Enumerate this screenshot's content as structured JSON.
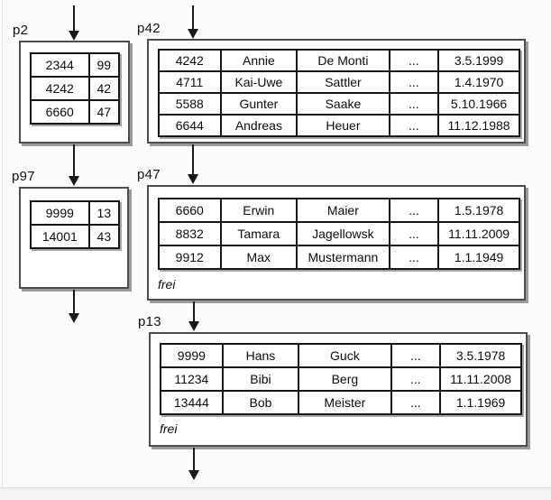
{
  "diagram": {
    "kind": "index-and-data-pages",
    "free_text": "frei",
    "index_pages": {
      "p2": {
        "label": "p2",
        "rows": [
          [
            "2344",
            "99"
          ],
          [
            "4242",
            "42"
          ],
          [
            "6660",
            "47"
          ]
        ]
      },
      "p97": {
        "label": "p97",
        "rows": [
          [
            "9999",
            "13"
          ],
          [
            "14001",
            "43"
          ]
        ]
      }
    },
    "data_pages": {
      "p42": {
        "label": "p42",
        "rows": [
          [
            "4242",
            "Annie",
            "De Monti",
            "...",
            "3.5.1999"
          ],
          [
            "4711",
            "Kai-Uwe",
            "Sattler",
            "...",
            "1.4.1970"
          ],
          [
            "5588",
            "Gunter",
            "Saake",
            "...",
            "5.10.1966"
          ],
          [
            "6644",
            "Andreas",
            "Heuer",
            "...",
            "11.12.1988"
          ]
        ]
      },
      "p47": {
        "label": "p47",
        "free": "frei",
        "rows": [
          [
            "6660",
            "Erwin",
            "Maier",
            "...",
            "1.5.1978"
          ],
          [
            "8832",
            "Tamara",
            "Jagellowsk",
            "...",
            "11.11.2009"
          ],
          [
            "9912",
            "Max",
            "Mustermann",
            "...",
            "1.1.1949"
          ]
        ]
      },
      "p13": {
        "label": "p13",
        "free": "frei",
        "rows": [
          [
            "9999",
            "Hans",
            "Guck",
            "...",
            "3.5.1978"
          ],
          [
            "11234",
            "Bibi",
            "Berg",
            "...",
            "11.11.2008"
          ],
          [
            "13444",
            "Bob",
            "Meister",
            "...",
            "1.1.1969"
          ]
        ]
      }
    },
    "colors": {
      "box_border": "#4d4d4d",
      "table_border": "#161616",
      "shadow": "#9a9a9a",
      "arrow": "#181818",
      "background": "#fcfcfc"
    }
  }
}
